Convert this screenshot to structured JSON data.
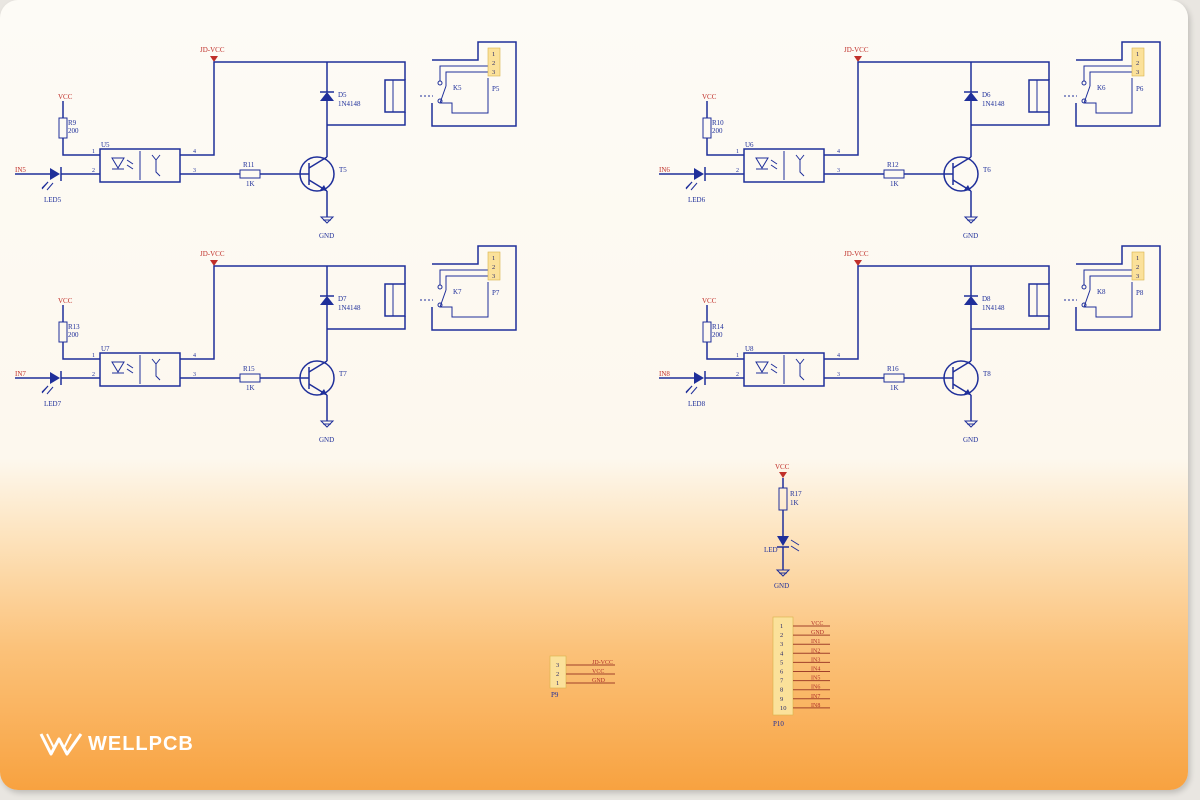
{
  "brand": {
    "name": "WELLPCB",
    "logo_icon": "wellpcb-w-logo"
  },
  "colors": {
    "wire": "#1f2f9a",
    "net_label": "#c0302a",
    "header_fill": "#fbe19a"
  },
  "relay_channels": [
    {
      "id": "ch5",
      "input": "IN5",
      "led": "LED5",
      "r_led": "R9",
      "r_led_val": "200",
      "opto": "U5",
      "r_base": "R11",
      "r_base_val": "1K",
      "diode": "D5",
      "diode_part": "1N4148",
      "transistor": "T5",
      "relay": "K5",
      "connector": "P5",
      "supply": "JD-VCC",
      "logic_supply": "VCC",
      "ground": "GND"
    },
    {
      "id": "ch6",
      "input": "IN6",
      "led": "LED6",
      "r_led": "R10",
      "r_led_val": "200",
      "opto": "U6",
      "r_base": "R12",
      "r_base_val": "1K",
      "diode": "D6",
      "diode_part": "1N4148",
      "transistor": "T6",
      "relay": "K6",
      "connector": "P6",
      "supply": "JD-VCC",
      "logic_supply": "VCC",
      "ground": "GND"
    },
    {
      "id": "ch7",
      "input": "IN7",
      "led": "LED7",
      "r_led": "R13",
      "r_led_val": "200",
      "opto": "U7",
      "r_base": "R15",
      "r_base_val": "1K",
      "diode": "D7",
      "diode_part": "1N4148",
      "transistor": "T7",
      "relay": "K7",
      "connector": "P7",
      "supply": "JD-VCC",
      "logic_supply": "VCC",
      "ground": "GND"
    },
    {
      "id": "ch8",
      "input": "IN8",
      "led": "LED8",
      "r_led": "R14",
      "r_led_val": "200",
      "opto": "U8",
      "r_base": "R16",
      "r_base_val": "1K",
      "diode": "D8",
      "diode_part": "1N4148",
      "transistor": "T8",
      "relay": "K8",
      "connector": "P8",
      "supply": "JD-VCC",
      "logic_supply": "VCC",
      "ground": "GND"
    }
  ],
  "power_led": {
    "supply": "VCC",
    "resistor": "R17",
    "resistor_val": "1K",
    "led": "LED",
    "ground": "GND"
  },
  "header_p9": {
    "name": "P9",
    "pins": [
      {
        "num": "3",
        "net": "JD-VCC"
      },
      {
        "num": "2",
        "net": "VCC"
      },
      {
        "num": "1",
        "net": "GND"
      }
    ]
  },
  "header_p10": {
    "name": "P10",
    "pins": [
      {
        "num": "1",
        "net": "VCC"
      },
      {
        "num": "2",
        "net": "GND"
      },
      {
        "num": "3",
        "net": "IN1"
      },
      {
        "num": "4",
        "net": "IN2"
      },
      {
        "num": "5",
        "net": "IN3"
      },
      {
        "num": "6",
        "net": "IN4"
      },
      {
        "num": "7",
        "net": "IN5"
      },
      {
        "num": "8",
        "net": "IN6"
      },
      {
        "num": "9",
        "net": "IN7"
      },
      {
        "num": "10",
        "net": "IN8"
      }
    ]
  },
  "pin_numbers": {
    "opto": [
      "1",
      "2",
      "3",
      "4"
    ],
    "connector": [
      "1",
      "2",
      "3"
    ]
  }
}
